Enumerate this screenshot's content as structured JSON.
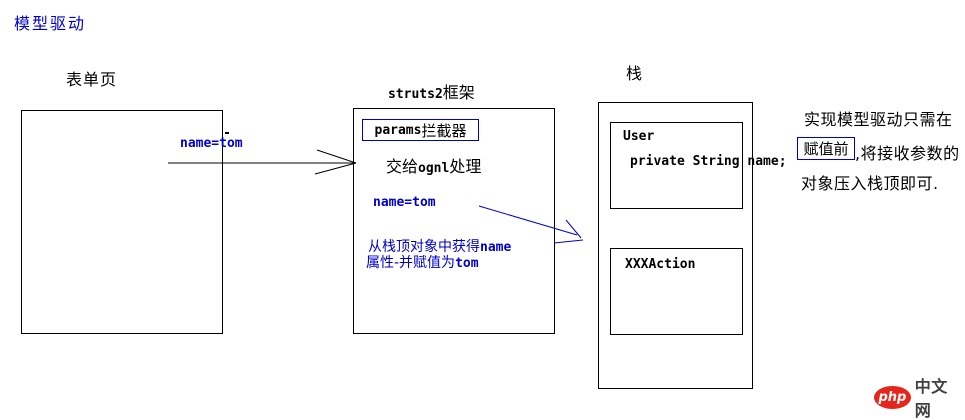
{
  "page": {
    "title": "模型驱动"
  },
  "form": {
    "label": "表单页",
    "param": "name=tom"
  },
  "struts": {
    "title": {
      "en": "struts2",
      "cn": "框架"
    },
    "interceptor": {
      "en": "params",
      "cn": "拦截器"
    },
    "ognl": {
      "pre": "交给",
      "mono": "ognl",
      "post": "处理"
    },
    "param": "name=tom",
    "note": {
      "line1_cn": "从栈顶对象中获得",
      "line1_mono": "name",
      "line2_cn": "属性-并赋值为",
      "line2_mono": "tom"
    }
  },
  "stack": {
    "label": "栈",
    "user": {
      "name": "User",
      "field": "private String name;"
    },
    "action": {
      "name": "XXXAction"
    }
  },
  "annotation": {
    "line1": "实现模型驱动只需在",
    "highlight": "赋值前",
    "line2": ",将接收参数的",
    "line3": "对象压入栈顶即可."
  },
  "logo": {
    "brand": "php",
    "suffix": "中文网"
  },
  "colors": {
    "ink_blue": "#0000cd",
    "ink_black": "#000000",
    "logo_red": "#e8251d",
    "logo_gray": "#3f3f3f"
  }
}
